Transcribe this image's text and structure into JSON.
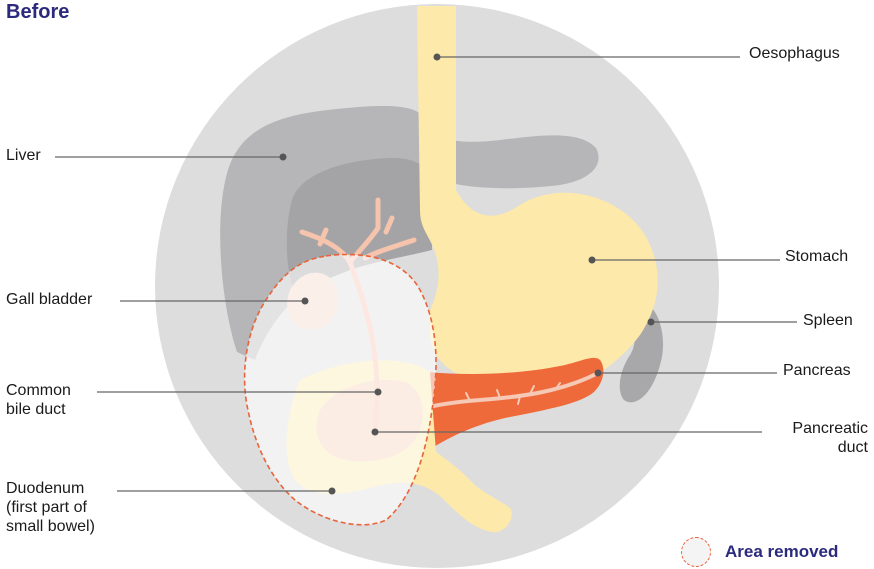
{
  "title": "Before",
  "colors": {
    "title": "#2b2a7c",
    "background_circle": "#dddddd",
    "liver": "#b6b6b8",
    "liver_dark": "#a4a4a7",
    "oesophagus_stomach": "#fde9aa",
    "pancreas": "#ef6a3b",
    "pancreatic_duct": "#f6c8b6",
    "bile_duct": "#f6c3ad",
    "removed_outline": "#e8643a",
    "leader": "#666666"
  },
  "labels": {
    "oesophagus": "Oesophagus",
    "liver": "Liver",
    "stomach": "Stomach",
    "gall_bladder": "Gall bladder",
    "spleen": "Spleen",
    "pancreas": "Pancreas",
    "common_bile_duct": [
      "Common",
      "bile duct"
    ],
    "pancreatic_duct": [
      "Pancreatic",
      "duct"
    ],
    "duodenum": [
      "Duodenum",
      "(first part of",
      "small bowel)"
    ]
  },
  "legend": {
    "area_removed": "Area removed"
  }
}
